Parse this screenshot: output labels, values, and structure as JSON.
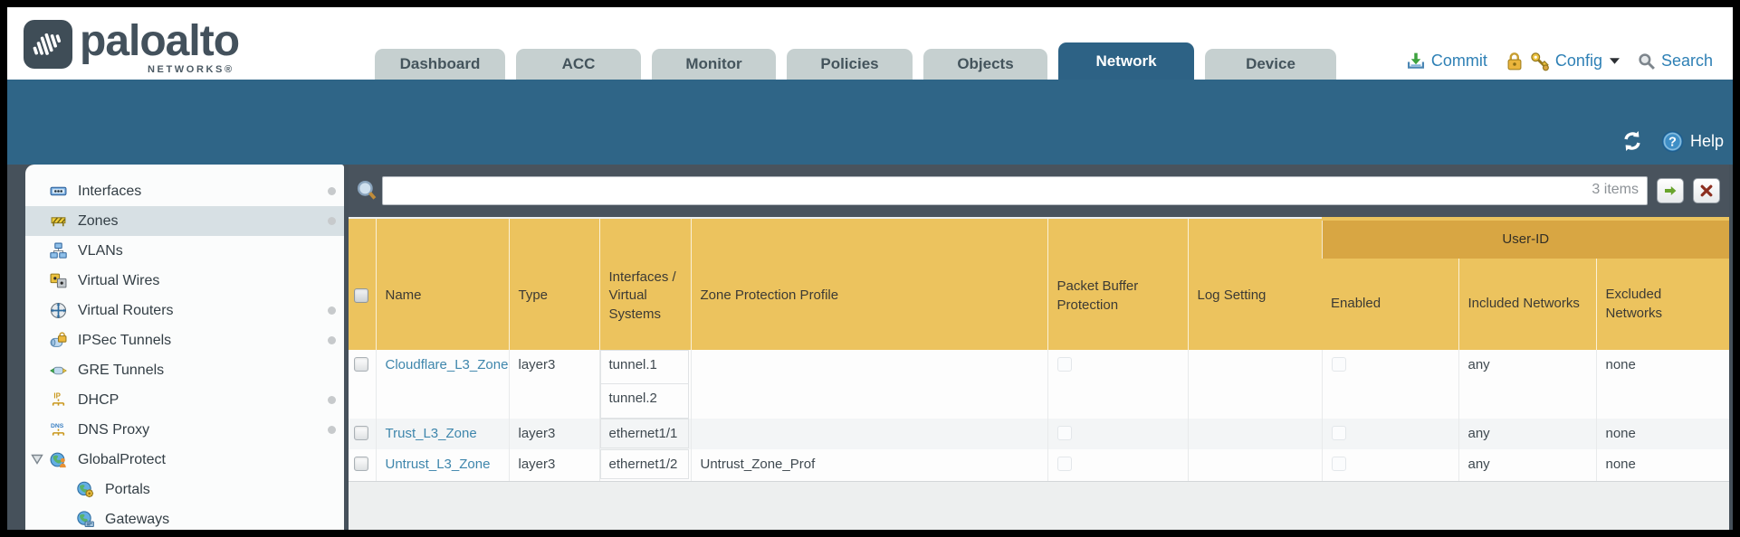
{
  "header": {
    "brand": "paloalto",
    "brand_sub": "NETWORKS®",
    "tabs": [
      {
        "label": "Dashboard",
        "active": false
      },
      {
        "label": "ACC",
        "active": false
      },
      {
        "label": "Monitor",
        "active": false
      },
      {
        "label": "Policies",
        "active": false
      },
      {
        "label": "Objects",
        "active": false
      },
      {
        "label": "Network",
        "active": true
      },
      {
        "label": "Device",
        "active": false
      }
    ],
    "utilities": {
      "commit": "Commit",
      "config": "Config",
      "search": "Search"
    }
  },
  "toolbar": {
    "help": "Help"
  },
  "sidebar": {
    "items": [
      {
        "label": "Interfaces",
        "dot": true
      },
      {
        "label": "Zones",
        "dot": true,
        "selected": true
      },
      {
        "label": "VLANs",
        "dot": false
      },
      {
        "label": "Virtual Wires",
        "dot": false
      },
      {
        "label": "Virtual Routers",
        "dot": true
      },
      {
        "label": "IPSec Tunnels",
        "dot": true
      },
      {
        "label": "GRE Tunnels",
        "dot": false
      },
      {
        "label": "DHCP",
        "dot": true
      },
      {
        "label": "DNS Proxy",
        "dot": true
      },
      {
        "label": "GlobalProtect",
        "dot": false,
        "expanded": true
      },
      {
        "label": "Portals",
        "dot": false,
        "child": true
      },
      {
        "label": "Gateways",
        "dot": false,
        "child": true
      }
    ]
  },
  "search_bar": {
    "value": "",
    "items_count": "3 items"
  },
  "table": {
    "group_header": "User-ID",
    "columns": [
      "Name",
      "Type",
      "Interfaces / Virtual Systems",
      "Zone Protection Profile",
      "Packet Buffer Protection",
      "Log Setting",
      "Enabled",
      "Included Networks",
      "Excluded Networks"
    ],
    "rows": [
      {
        "name": "Cloudflare_L3_Zone",
        "type": "layer3",
        "interfaces": [
          "tunnel.1",
          "tunnel.2"
        ],
        "zone_protection_profile": "",
        "log_setting": "",
        "included_networks": "any",
        "excluded_networks": "none"
      },
      {
        "name": "Trust_L3_Zone",
        "type": "layer3",
        "interfaces": [
          "ethernet1/1"
        ],
        "zone_protection_profile": "",
        "log_setting": "",
        "included_networks": "any",
        "excluded_networks": "none"
      },
      {
        "name": "Untrust_L3_Zone",
        "type": "layer3",
        "interfaces": [
          "ethernet1/2"
        ],
        "zone_protection_profile": "Untrust_Zone_Prof",
        "log_setting": "",
        "included_networks": "any",
        "excluded_networks": "none"
      }
    ]
  },
  "icons": {
    "commit": "download-tray",
    "lock": "padlock",
    "config": "keys",
    "search": "magnifier",
    "refresh": "circular-arrows",
    "help": "question-circle",
    "filter_apply": "green-arrow-right",
    "filter_clear": "red-x",
    "search_field": "magnifier"
  },
  "colors": {
    "teal_band": "#2f6587",
    "active_tab": "#2d6285",
    "inactive_tab": "#c6d0d0",
    "header_amber": "#ecc35e",
    "user_id_band": "#d8a643",
    "link_blue": "#3e86ac",
    "slate_row": "#49535d",
    "selected_item": "#d7e0e4"
  }
}
